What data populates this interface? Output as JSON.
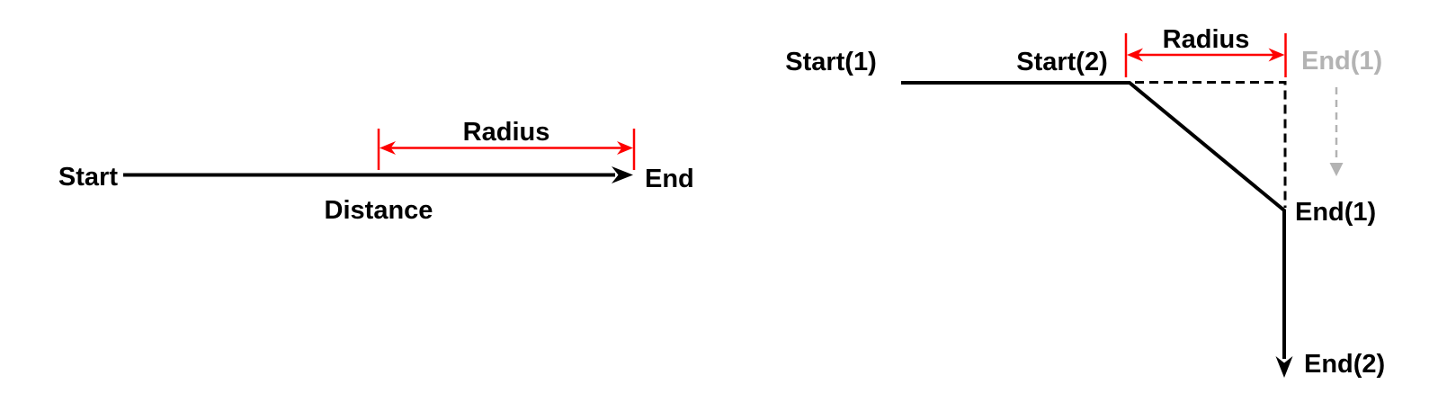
{
  "colors": {
    "ink": "#000000",
    "accent_red": "#fe0000",
    "muted_gray": "#b3b3b3"
  },
  "left_diagram": {
    "start_label": "Start",
    "end_label": "End",
    "distance_label": "Distance",
    "radius_label": "Radius"
  },
  "right_diagram": {
    "start1_label": "Start(1)",
    "start2_label": "Start(2)",
    "radius_label": "Radius",
    "end1_ghost_label": "End(1)",
    "end1_label": "End(1)",
    "end2_label": "End(2)"
  }
}
